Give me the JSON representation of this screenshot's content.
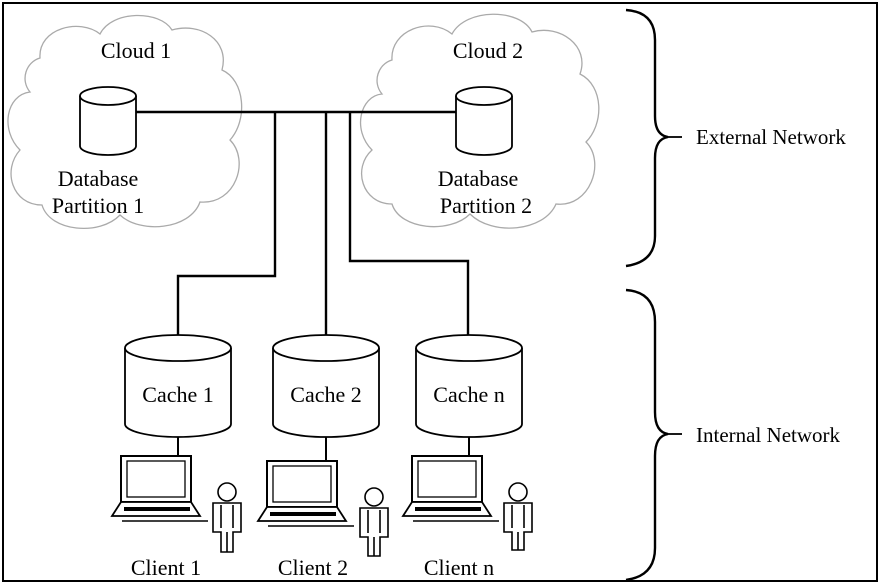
{
  "clouds": [
    {
      "title": "Cloud 1",
      "db_line1": "Database",
      "db_line2": "Partition 1"
    },
    {
      "title": "Cloud 2",
      "db_line1": "Database",
      "db_line2": "Partition 2"
    }
  ],
  "caches": [
    {
      "label": "Cache 1"
    },
    {
      "label": "Cache 2"
    },
    {
      "label": "Cache n"
    }
  ],
  "clients": [
    {
      "label": "Client 1"
    },
    {
      "label": "Client 2"
    },
    {
      "label": "Client n"
    }
  ],
  "networks": {
    "external": "External Network",
    "internal": "Internal Network"
  },
  "icons": {
    "database": "cylinder-icon",
    "cache": "cylinder-icon",
    "computer": "laptop-icon",
    "user": "person-icon",
    "cloud": "cloud-icon"
  }
}
